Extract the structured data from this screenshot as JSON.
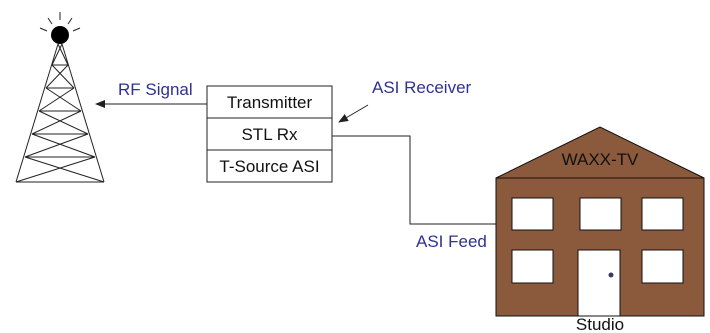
{
  "labels": {
    "rf_signal": "RF Signal",
    "asi_receiver": "ASI Receiver",
    "asi_feed": "ASI Feed",
    "studio": "Studio",
    "station": "WAXX-TV"
  },
  "equipment_rack": [
    "Transmitter",
    "STL Rx",
    "T-Source ASI"
  ],
  "icons": {
    "tower": "transmission-tower-icon",
    "studio": "studio-building-icon"
  },
  "colors": {
    "label_text": "#2e3192",
    "building_fill": "#8b5a3c",
    "outline": "#111111"
  }
}
